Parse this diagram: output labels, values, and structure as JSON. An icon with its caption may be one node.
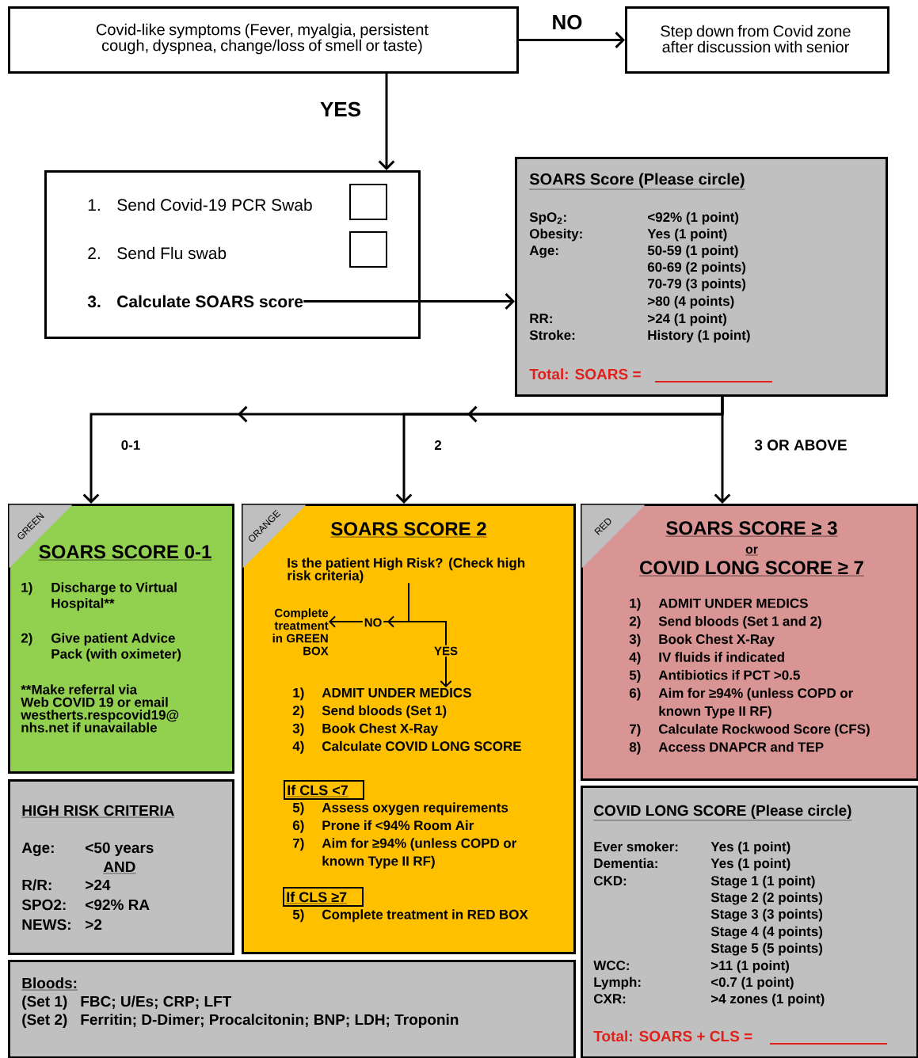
{
  "diagram": {
    "nodes": [
      {
        "text": [
          "Covid-like symptoms (Fever, myalgia, persistent cough, dyspnea, change/loss of smell or taste)"
        ]
      },
      {
        "text": [
          "Step down from Covid zone after discussion with senior"
        ]
      },
      {
        "text": [
          "1.",
          "Send Covid-19 PCR Swab",
          "2.",
          "Send Flu swab"
        ]
      },
      {
        "text": [
          "3.",
          "Calculate SOARS score"
        ],
        "in": 2
      },
      {
        "text": [
          "SOARS Score (Please circle)",
          "SpO$_{2}$:",
          "<92% (1 point)",
          "Obesity:",
          "Yes (1 point)",
          "Age:",
          "50-59 (1 point)",
          "60-69 (2 points)",
          "70-79 (3 points)",
          ">80 (4 points)",
          "RR:",
          ">24 (1 point)",
          "Stroke:",
          "History (1 point)",
          "Total: SOARS ="
        ]
      },
      {
        "text": [
          "GREEN",
          "SOARS SCORE 0-1",
          "1)",
          "Discharge to Virtual Hospital**",
          "2)",
          "Give patient Advice Pack (with oximeter)",
          "**Make referral via Web COVID 19 or email westherts.respcovid19@nhs.net if unavailable"
        ]
      },
      {
        "text": [
          "ORANGE",
          "SOARS SCORE 2",
          "5)",
          "Assess oxygen requirements",
          "6)",
          "Prone if <94% Room Air",
          "7)",
          "Aim for ≥94% (unless COPD or known Type II RF)",
          "5)",
          "Complete treatment in RED BOX"
        ]
      },
      {
        "text": [
          "Is the patient High Risk? (Check high risk criteria)"
        ],
        "in": 6
      },
      {
        "text": [
          "Complete treatment in GREEN BOX"
        ],
        "in": 6
      },
      {
        "text": [
          "1)",
          "ADMIT UNDER MEDICS",
          "2)",
          "Send bloods (Set 1)",
          "3)",
          "Book Chest X-Ray",
          "4)",
          "Calculate COVID LONG SCORE"
        ],
        "in": 6
      },
      {
        "text": [
          "If CLS <7"
        ],
        "in": 6
      },
      {
        "text": [
          "If CLS ≥7"
        ],
        "in": 6
      },
      {
        "text": [
          "RED",
          "SOARS SCORE ≥ 3",
          "or",
          "COVID LONG SCORE ≥ 7",
          "1)",
          "ADMIT UNDER MEDICS",
          "2)",
          "Send bloods (Set 1 and 2)",
          "3)",
          "Book Chest X-Ray",
          "4)",
          "IV fluids if indicated",
          "5)",
          "Antibiotics if PCT >0.5",
          "6)",
          "Aim for ≥94% (unless COPD or known Type II RF)",
          "7)",
          "Calculate Rockwood Score (CFS)",
          "8)",
          "Access DNAPCR and TEP"
        ]
      },
      {
        "text": [
          "HIGH RISK CRITERIA",
          "Age:",
          "<50 years",
          "AND",
          "R/R:",
          ">24",
          "SPO2:",
          "<92% RA",
          "NEWS:",
          ">2"
        ]
      },
      {
        "text": [
          "COVID LONG SCORE (Please circle)",
          "Ever smoker:",
          "Yes (1 point)",
          "Dementia:",
          "Yes (1 point)",
          "CKD:",
          "Stage 1 (1 point)",
          "Stage 2 (2 points)",
          "Stage 3 (3 points)",
          "Stage 4 (4 points)",
          "Stage 5 (5 points)",
          "WCC:",
          ">11 (1 point)",
          "Lymph:",
          "<0.7 (1 point)",
          "CXR:",
          ">4 zones (1 point)",
          "Total: SOARS + CLS ="
        ]
      },
      {
        "text": [
          "Bloods:",
          "(Set 1)",
          "FBC; U/Es; CRP; LFT",
          "(Set 2)",
          "Ferritin; D-Dimer; Procalcitonin; BNP; LDH; Troponin"
        ]
      }
    ],
    "edges": [
      {
        "from": 0,
        "to": 1,
        "arrow": "to",
        "label": "NO"
      },
      {
        "from": 0,
        "to": 2,
        "arrow": "to",
        "label": "YES"
      },
      {
        "from": 3,
        "to": 4,
        "arrow": "to"
      },
      {
        "from": 4,
        "to": 5,
        "arrow": "to",
        "label": "0-1"
      },
      {
        "from": 4,
        "to": 6,
        "arrow": "to",
        "label": "2"
      },
      {
        "from": 4,
        "to": 12,
        "arrow": "to",
        "label": "3 OR ABOVE"
      },
      {
        "from": 7,
        "to": 8,
        "arrow": "to",
        "label": "NO"
      },
      {
        "from": 7,
        "to": 9,
        "arrow": "to",
        "label": "YES"
      }
    ]
  }
}
